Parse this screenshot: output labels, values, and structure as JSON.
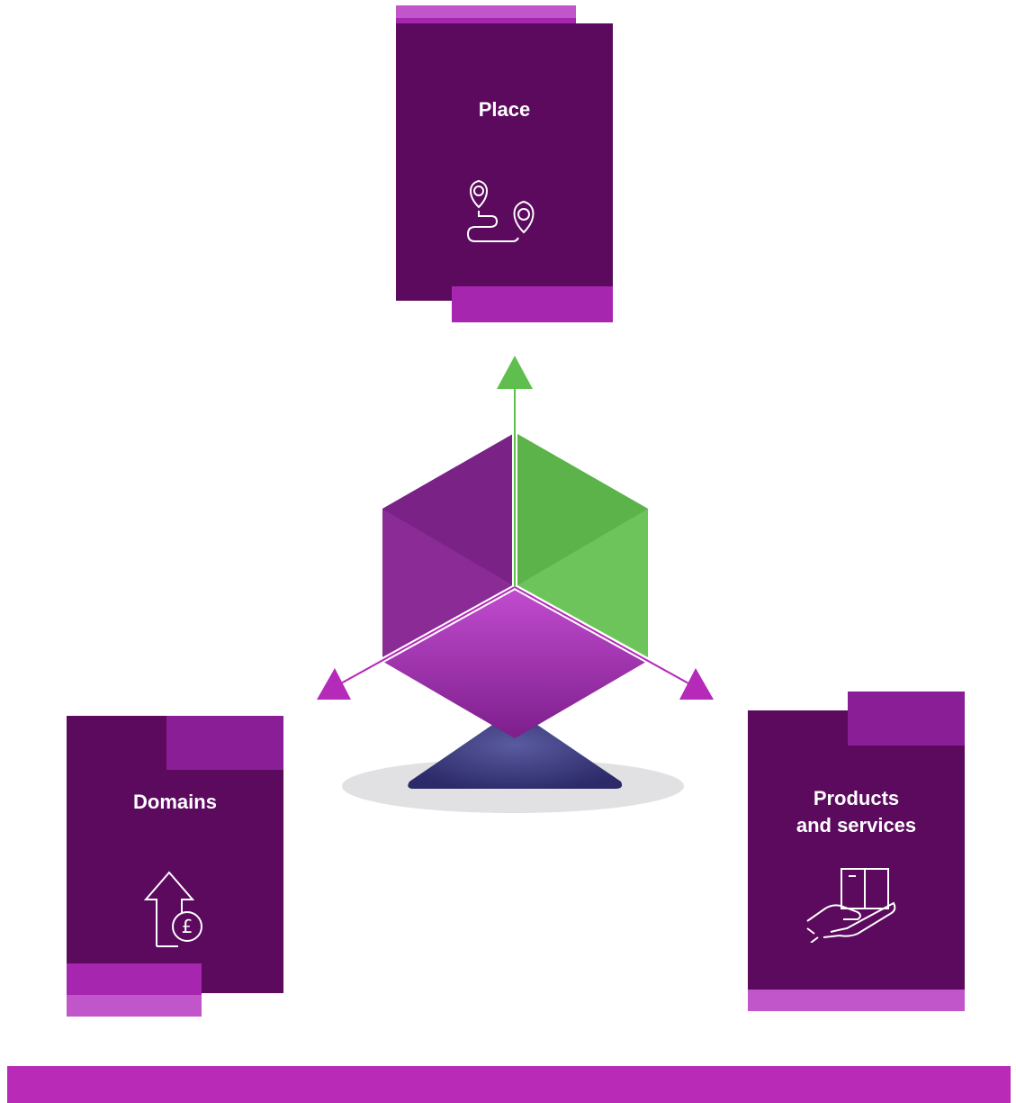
{
  "colors": {
    "card_dark": "#5b0a5e",
    "tab_purple": "#8a1e96",
    "tab_light": "#c056c9",
    "tab_mid": "#a726b0",
    "accent_green": "#5fbf4e",
    "accent_magenta": "#b52ab9",
    "base_navy": "#2e2c6e",
    "shadow_grey": "#e1e1e3",
    "bottom_bar": "#b92bb7"
  },
  "cards": {
    "place": {
      "title": "Place",
      "icon": "map-route-icon"
    },
    "domains": {
      "title": "Domains",
      "icon": "pound-growth-arrow-icon"
    },
    "products": {
      "title_line1": "Products",
      "title_line2": "and services",
      "icon": "hand-holding-box-icon"
    }
  },
  "diagram": {
    "axes": [
      "up-green-arrow",
      "left-magenta-arrow",
      "right-magenta-arrow"
    ],
    "center": "isometric-cube"
  }
}
